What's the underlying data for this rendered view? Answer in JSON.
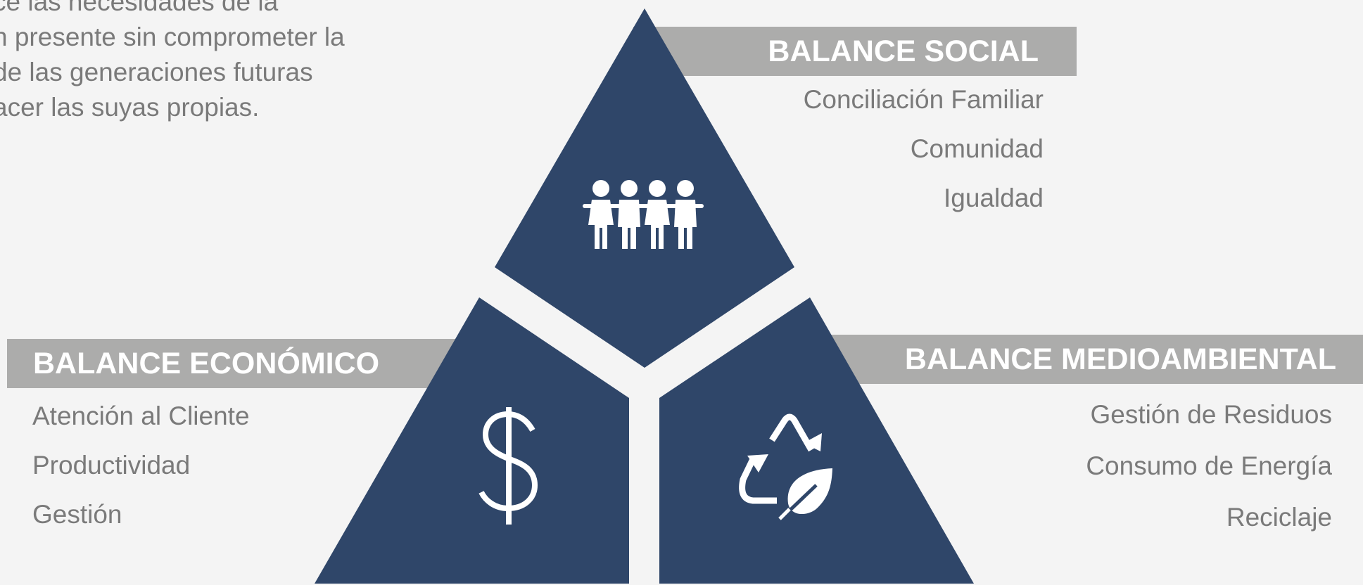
{
  "intro": {
    "lines": [
      "ce las necesidades de la",
      "n presente sin comprometer la",
      " de las generaciones futuras",
      "acer las suyas propias."
    ]
  },
  "sections": {
    "social": {
      "title": "BALANCE SOCIAL",
      "items": [
        "Conciliación Familiar",
        "Comunidad",
        "Igualdad"
      ],
      "icon": "family-icon"
    },
    "economic": {
      "title": "BALANCE ECONÓMICO",
      "items": [
        "Atención al Cliente",
        "Productividad",
        "Gestión"
      ],
      "icon": "dollar-icon"
    },
    "environmental": {
      "title": "BALANCE MEDIOAMBIENTAL",
      "items": [
        "Gestión de Residuos",
        "Consumo de Energía",
        "Reciclaje"
      ],
      "icon": "recycle-leaf-icon"
    }
  },
  "colors": {
    "background": "#f4f4f4",
    "triangle": "#2f4669",
    "band": "#acacab",
    "text": "#7a7a7a",
    "icon": "#ffffff"
  }
}
